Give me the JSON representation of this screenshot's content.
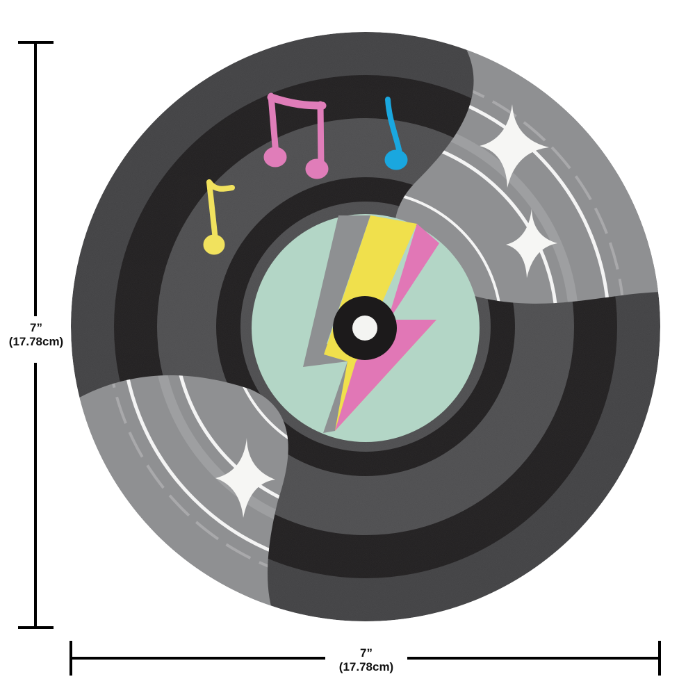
{
  "product": {
    "description": "Round paper plate printed as a vinyl record",
    "colors": {
      "rim_dark": "#3c3c3e",
      "rim_light": "#8e8f91",
      "groove_black": "#1c1a1b",
      "groove_mid": "#49494b",
      "label_mint": "#b3d6c6",
      "bolt_gray": "#8e9092",
      "bolt_yellow": "#f0e04c",
      "bolt_pink": "#e177b6",
      "note_pink": "#e07db9",
      "note_blue": "#1aa7df",
      "note_yellow": "#f1e25e",
      "spindle_hole": "#f4f4f2",
      "sparkle": "#f6f6f4"
    },
    "decorations": {
      "music_notes": [
        "yellow-eighth-note",
        "pink-beamed-notes",
        "blue-eighth-note"
      ],
      "sparkles": 3,
      "center_graphic": "lightning-bolt"
    }
  },
  "dimensions": {
    "height": {
      "inches": "7”",
      "cm": "(17.78cm)"
    },
    "width": {
      "inches": "7”",
      "cm": "(17.78cm)"
    },
    "line_color": "#000000"
  }
}
